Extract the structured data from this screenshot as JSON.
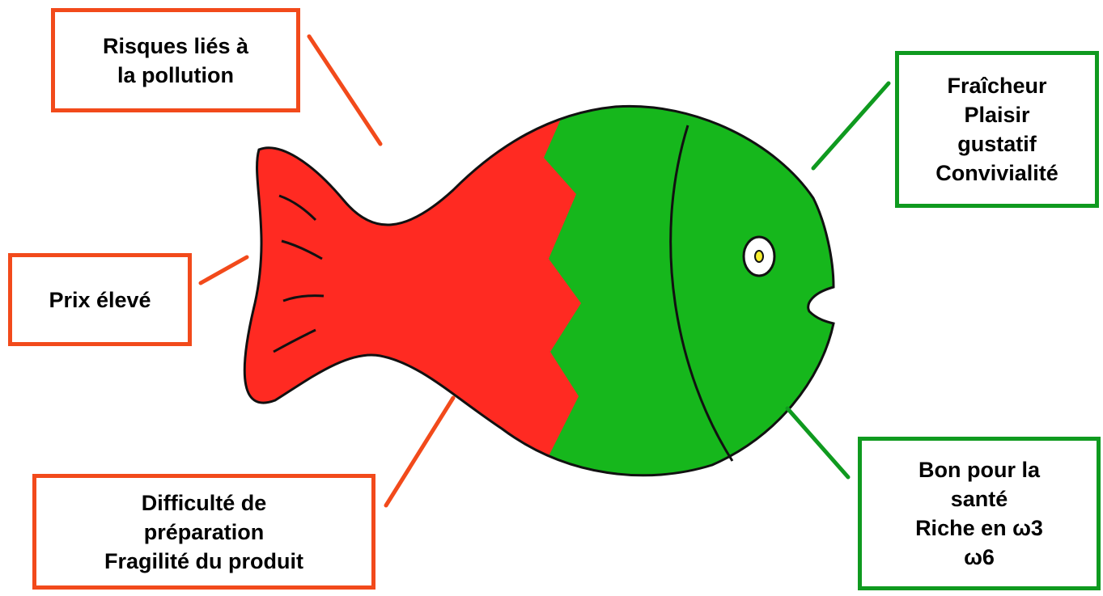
{
  "colors": {
    "negative": "#f24a1b",
    "positive": "#0f9a1f",
    "fish_red": "#ff2a22",
    "fish_green": "#16b71c",
    "outline": "#111111",
    "eye_iris": "#f7ee30"
  },
  "callouts": {
    "pollution": {
      "lines": [
        "Risques liés à",
        "la pollution"
      ]
    },
    "price": {
      "lines": [
        "Prix élevé"
      ]
    },
    "preparation": {
      "lines": [
        "Difficulté de",
        "préparation",
        "Fragilité du produit"
      ]
    },
    "pleasure": {
      "lines": [
        "Fraîcheur",
        "Plaisir",
        "gustatif",
        "Convivialité"
      ]
    },
    "health": {
      "lines": [
        "Bon pour la",
        "santé",
        "Riche en ω3",
        "ω6"
      ]
    }
  }
}
